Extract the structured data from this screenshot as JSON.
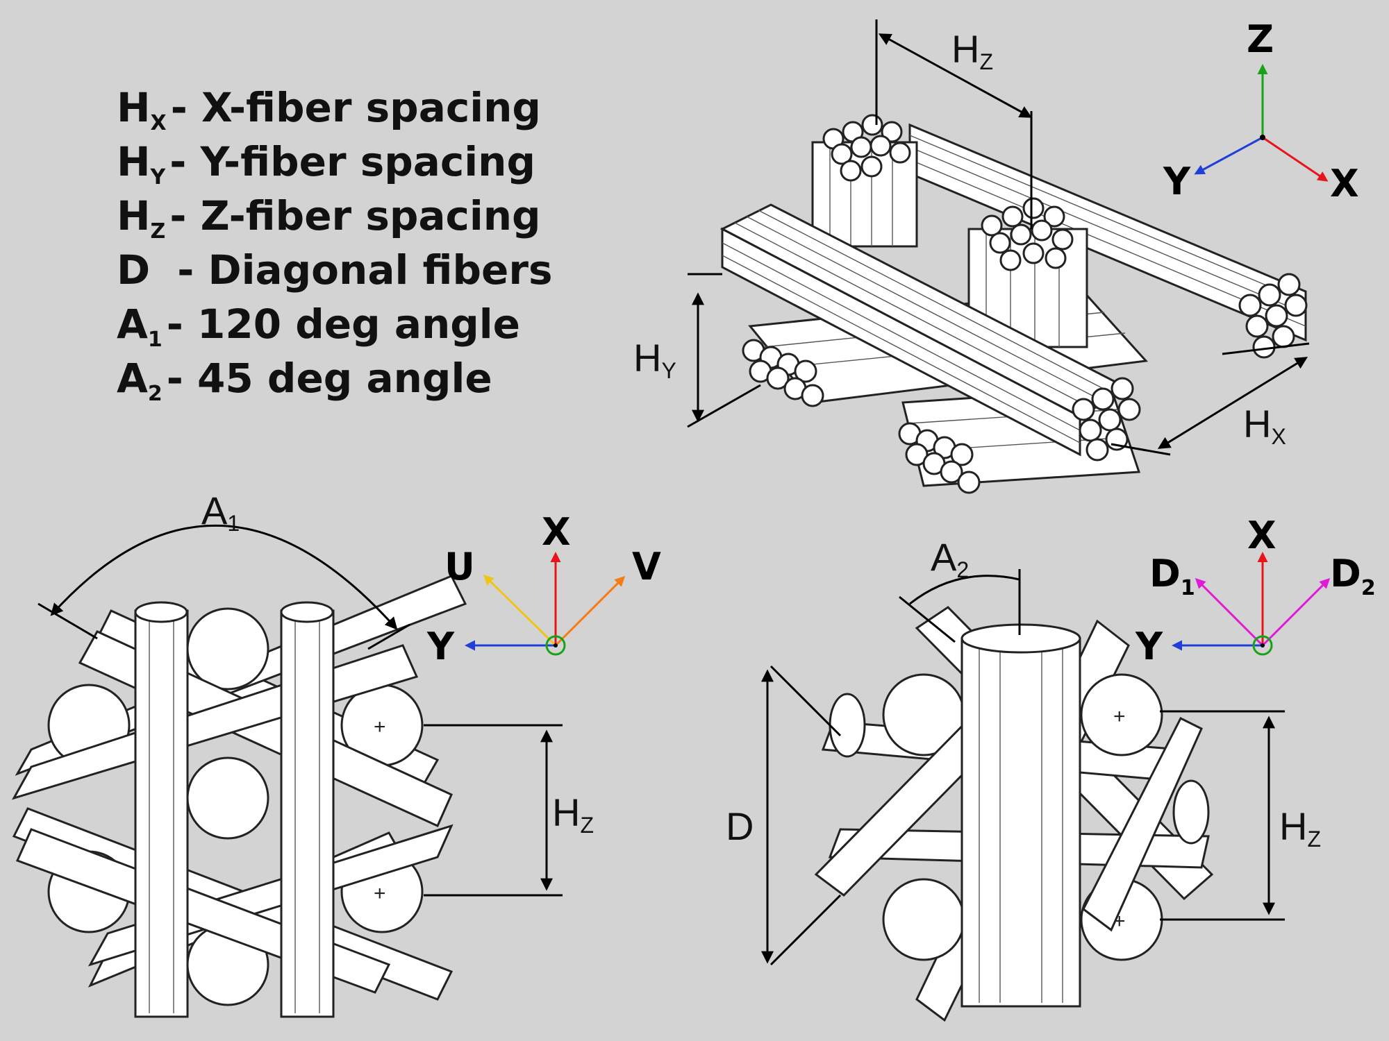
{
  "legend": [
    {
      "base": "H",
      "sub": "X",
      "text": "- X-fiber spacing"
    },
    {
      "base": "H",
      "sub": "Y",
      "text": "- Y-fiber spacing"
    },
    {
      "base": "H",
      "sub": "Z",
      "text": "- Z-fiber spacing"
    },
    {
      "base": "D",
      "sub": "",
      "text": "- Diagonal fibers"
    },
    {
      "base": "A",
      "sub": "1",
      "text": "- 120 deg angle"
    },
    {
      "base": "A",
      "sub": "2",
      "text": "- 45 deg angle"
    }
  ],
  "top_axes": {
    "z": "Z",
    "y": "Y",
    "x": "X"
  },
  "left_axes": {
    "x": "X",
    "u": "U",
    "v": "V",
    "y": "Y"
  },
  "right_axes": {
    "x": "X",
    "d1": "D",
    "d1_sub": "1",
    "d2": "D",
    "d2_sub": "2",
    "y": "Y"
  },
  "top_dims": {
    "hz": "H",
    "hz_sub": "Z",
    "hy": "H",
    "hy_sub": "Y",
    "hx": "H",
    "hx_sub": "X"
  },
  "left_dims": {
    "a1": "A",
    "a1_sub": "1",
    "hz": "H",
    "hz_sub": "Z"
  },
  "right_dims": {
    "a2": "A",
    "a2_sub": "2",
    "hz": "H",
    "hz_sub": "Z",
    "d": "D"
  },
  "colors": {
    "x_axis": "#e8141b",
    "y_axis": "#1f3fd8",
    "z_axis": "#17a317",
    "u_axis": "#f0c419",
    "v_axis": "#f57c10",
    "diag_axis": "#e01bd8",
    "background": "#d3d3d3"
  }
}
